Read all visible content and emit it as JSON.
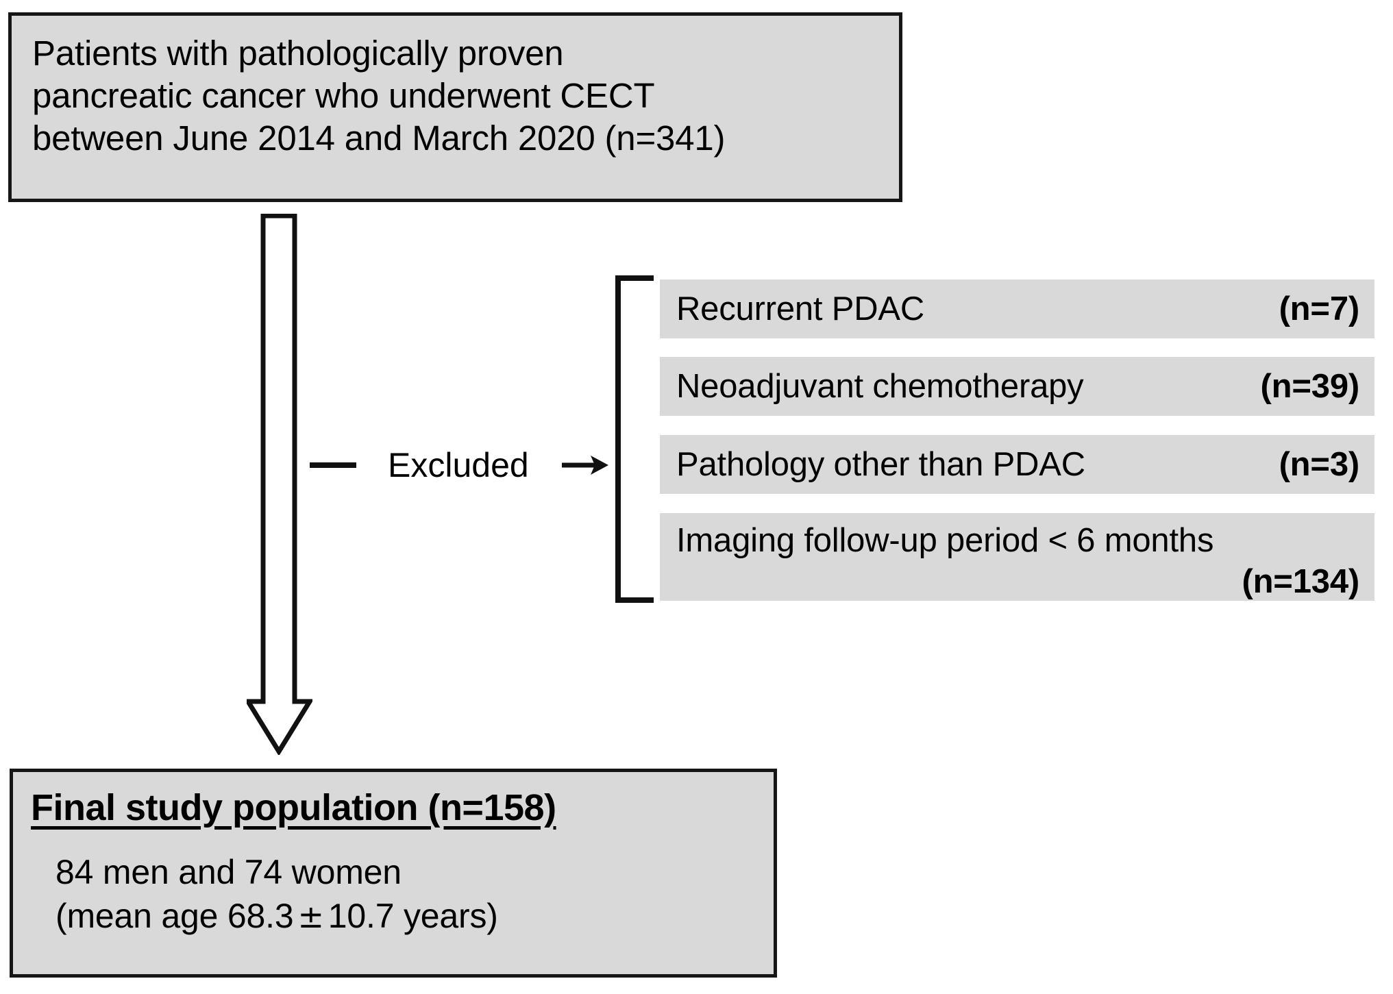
{
  "top_box": {
    "lines": [
      "Patients with pathologically proven",
      "pancreatic cancer who underwent CECT",
      "between June 2014 and March 2020 (n=341)"
    ]
  },
  "connector": {
    "label": "Excluded",
    "dash_icon": "horizontal-dash-icon",
    "arrow_icon": "right-arrow-icon",
    "down_arrow_icon": "large-down-arrow-icon",
    "bracket_icon": "left-square-bracket-icon"
  },
  "exclusions": [
    {
      "reason": "Recurrent PDAC",
      "count": "(n=7)"
    },
    {
      "reason": "Neoadjuvant chemotherapy",
      "count": "(n=39)"
    },
    {
      "reason": "Pathology other than PDAC",
      "count": "(n=3)"
    },
    {
      "reason": "Imaging follow-up period < 6 months",
      "count": "(n=134)"
    }
  ],
  "final_box": {
    "heading": "Final study population (n=158)",
    "sub_line_1": "84 men and 74 women",
    "sub_line_2_prefix": "(mean age 68.3",
    "sub_line_2_symbol": "±",
    "sub_line_2_suffix": "10.7 years)"
  },
  "colors": {
    "box_fill": "#d9d9d9",
    "box_border": "#161616",
    "text": "#000000",
    "background": "#ffffff"
  }
}
